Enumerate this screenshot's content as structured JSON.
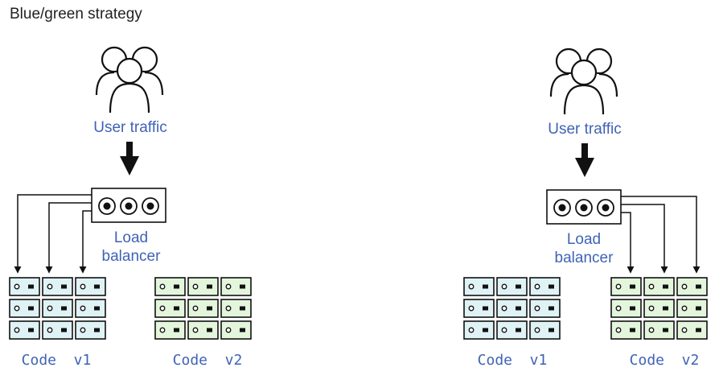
{
  "title": "Blue/green strategy",
  "colors": {
    "label": "#3f63b4",
    "server_blue": "#dff3f6",
    "server_green": "#e3f6dc",
    "stroke": "#111111"
  },
  "panels": [
    {
      "user_traffic_label": "User traffic",
      "load_balancer_line1": "Load",
      "load_balancer_line2": "balancer",
      "code_v1_label": "Code  v1",
      "code_v2_label": "Code  v2",
      "active_target": "Code v1"
    },
    {
      "user_traffic_label": "User traffic",
      "load_balancer_line1": "Load",
      "load_balancer_line2": "balancer",
      "code_v1_label": "Code  v1",
      "code_v2_label": "Code  v2",
      "active_target": "Code v2"
    }
  ],
  "icons": {
    "users": "users-group-icon",
    "arrow": "down-arrow-icon",
    "server": "server-rack-icon",
    "load_balancer": "load-balancer-icon"
  }
}
